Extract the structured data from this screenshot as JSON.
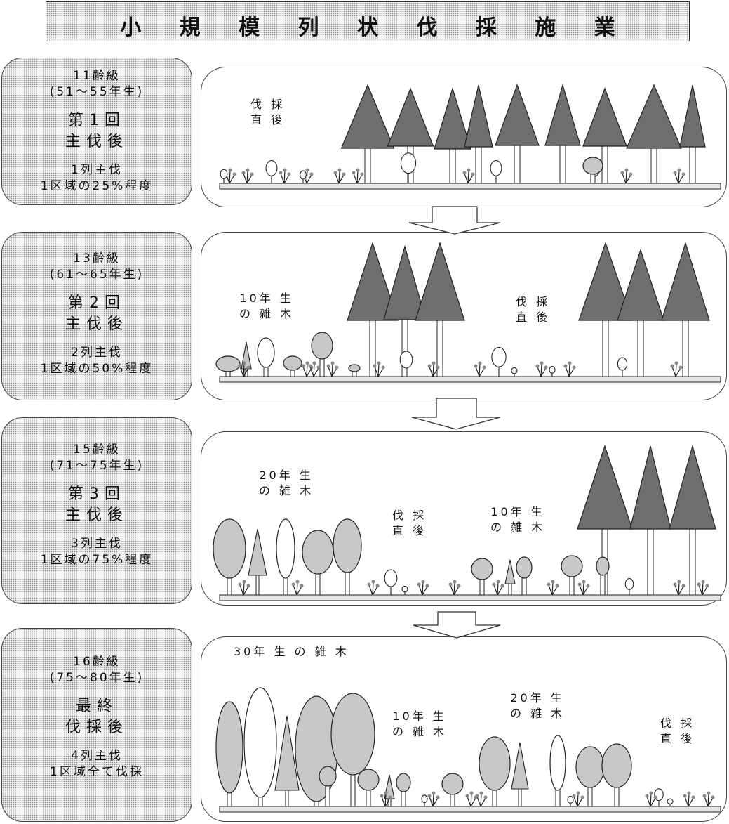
{
  "title": "小 規 模 列 状 伐 採 施 業",
  "stages": [
    {
      "age_class": "11齢級",
      "years": "(51～55年生)",
      "round": "第1回",
      "event": "主伐後",
      "cut": "1列主伐",
      "share": "1区域の25%程度",
      "notes": [
        "伐 採\n直 後"
      ]
    },
    {
      "age_class": "13齢級",
      "years": "(61～65年生)",
      "round": "第2回",
      "event": "主伐後",
      "cut": "2列主伐",
      "share": "1区域の50%程度",
      "notes": [
        "10年 生\nの 雑 木",
        "伐 採\n直 後"
      ]
    },
    {
      "age_class": "15齢級",
      "years": "(71～75年生)",
      "round": "第3回",
      "event": "主伐後",
      "cut": "3列主伐",
      "share": "1区域の75%程度",
      "notes": [
        "20年 生\nの 雑 木",
        "伐 採\n直 後",
        "10年 生\nの 雑 木"
      ]
    },
    {
      "age_class": "16齢級",
      "years": "(75～80年生)",
      "round": "最終",
      "event": "伐採後",
      "cut": "4列主伐",
      "share": "1区域全て伐採",
      "notes": [
        "30年 生 の 雑 木",
        "10年 生\nの 雑 木",
        "20年 生\nの 雑 木",
        "伐 採\n直 後"
      ]
    }
  ],
  "icons": {
    "conifer": "conifer-tree-icon",
    "broadleaf": "broadleaf-tree-icon",
    "shrub": "shrub-icon",
    "sapling": "sapling-icon",
    "arrow": "down-arrow-icon"
  },
  "colors": {
    "conifer_fill": "#6e6e6e",
    "broadleaf_fill": "#c8c8c8",
    "outline": "#222222",
    "ground": "#e6e6e6"
  }
}
